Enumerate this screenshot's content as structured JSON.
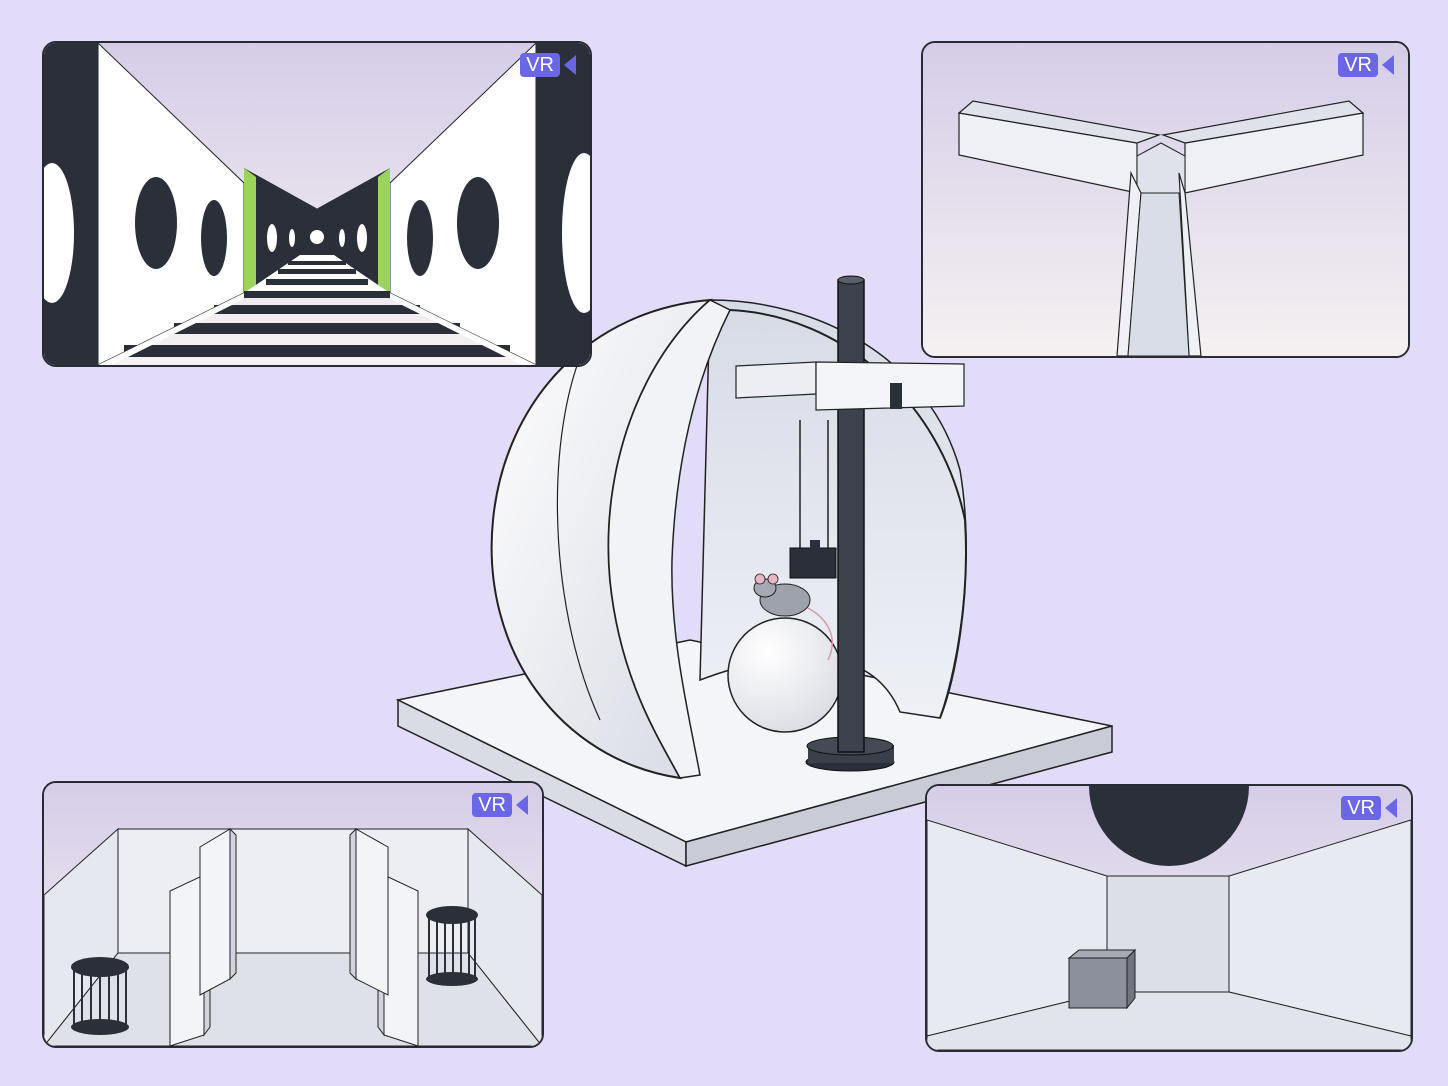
{
  "badges": {
    "vr_label": "VR"
  },
  "colors": {
    "background": "#e2dcf8",
    "badge": "#6a66e6",
    "accent_green": "#9bd45a",
    "dark": "#2b2f3a"
  },
  "panels": [
    {
      "id": "corridor",
      "badge": "VR"
    },
    {
      "id": "y-maze",
      "badge": "VR"
    },
    {
      "id": "arena-with-cages",
      "badge": "VR"
    },
    {
      "id": "room-with-box",
      "badge": "VR"
    }
  ]
}
